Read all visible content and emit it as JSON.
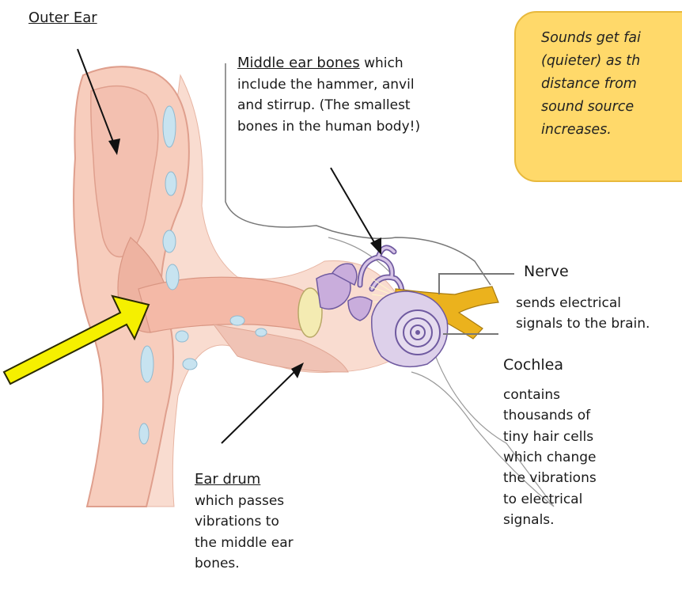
{
  "labels": {
    "outer_ear": "Outer Ear",
    "middle_ear_title": "Middle ear bones",
    "middle_ear_lines": [
      "which",
      "include the hammer, anvil",
      "and stirrup. (The smallest",
      "bones in the human body!)"
    ],
    "nerve_title": "Nerve",
    "nerve_lines": [
      "sends electrical",
      "signals to the brain."
    ],
    "cochlea_title": "Cochlea",
    "cochlea_lines": [
      "contains",
      "thousands of",
      "tiny hair cells",
      "which change",
      "the vibrations",
      "to electrical",
      "signals."
    ],
    "ear_drum_title": "Ear drum",
    "ear_drum_lines": [
      "which passes",
      "vibrations to",
      "the middle ear",
      "bones."
    ]
  },
  "note": {
    "lines": [
      "Sounds get fai",
      "(quieter) as th",
      "distance from",
      "sound source",
      "increases."
    ]
  },
  "colors": {
    "note_fill": "#ffd96a",
    "sound_arrow": "#f5f000",
    "skin": "#f7d0c0",
    "ossicles": "#c7a8d9",
    "nerve": "#eab21c"
  }
}
